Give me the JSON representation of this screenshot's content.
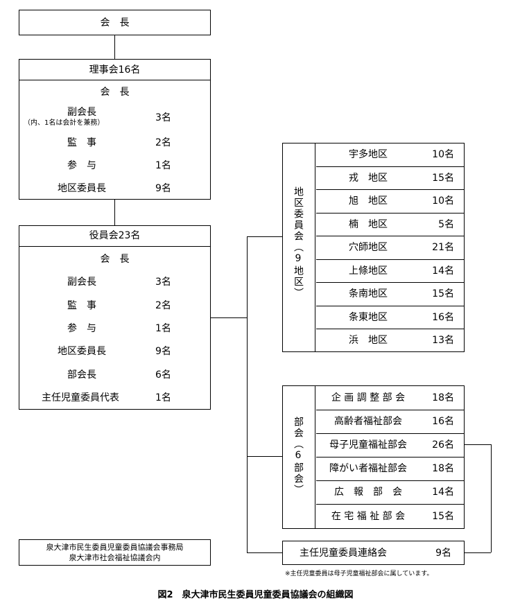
{
  "chairman_box": {
    "label": "会　長"
  },
  "board": {
    "title": "理事会16名",
    "chairman": "会　長",
    "rows": [
      {
        "name": "副会長",
        "note": "（内、1名は会計を兼務）",
        "count": "3名"
      },
      {
        "name": "監　事",
        "count": "2名"
      },
      {
        "name": "参　与",
        "count": "1名"
      },
      {
        "name": "地区委員長",
        "count": "9名"
      }
    ]
  },
  "officers": {
    "title": "役員会23名",
    "chairman": "会　長",
    "rows": [
      {
        "name": "副会長",
        "count": "3名"
      },
      {
        "name": "監　事",
        "count": "2名"
      },
      {
        "name": "参　与",
        "count": "1名"
      },
      {
        "name": "地区委員長",
        "count": "9名"
      },
      {
        "name": "部会長",
        "count": "6名"
      },
      {
        "name": "主任児童委員代表",
        "count": "1名"
      }
    ]
  },
  "district_committee": {
    "label": "地区委員会（9地区）",
    "rows": [
      {
        "name": "宇多地区",
        "count": "10名"
      },
      {
        "name": "戎　地区",
        "count": "15名"
      },
      {
        "name": "旭　地区",
        "count": "10名"
      },
      {
        "name": "楠　地区",
        "count": "5名"
      },
      {
        "name": "穴師地区",
        "count": "21名"
      },
      {
        "name": "上條地区",
        "count": "14名"
      },
      {
        "name": "条南地区",
        "count": "15名"
      },
      {
        "name": "条東地区",
        "count": "16名"
      },
      {
        "name": "浜　地区",
        "count": "13名"
      }
    ]
  },
  "subcommittees": {
    "label": "部会（6部会）",
    "rows": [
      {
        "name": "企 画 調 整 部 会",
        "count": "18名"
      },
      {
        "name": "高齢者福祉部会",
        "count": "16名"
      },
      {
        "name": "母子児童福祉部会",
        "count": "26名"
      },
      {
        "name": "障がい者福祉部会",
        "count": "18名"
      },
      {
        "name": "広　報　部　会",
        "count": "14名"
      },
      {
        "name": "在 宅 福 祉 部 会",
        "count": "15名"
      }
    ]
  },
  "chief_liaison": {
    "name": "主任児童委員連絡会",
    "count": "9名"
  },
  "note": "※主任児童委員は母子児童福祉部会に属しています。",
  "office": {
    "line1": "泉大津市民生委員児童委員協議会事務局",
    "line2": "泉大津市社会福祉協議会内"
  },
  "caption": "図2　泉大津市民生委員児童委員協議会の組織図"
}
